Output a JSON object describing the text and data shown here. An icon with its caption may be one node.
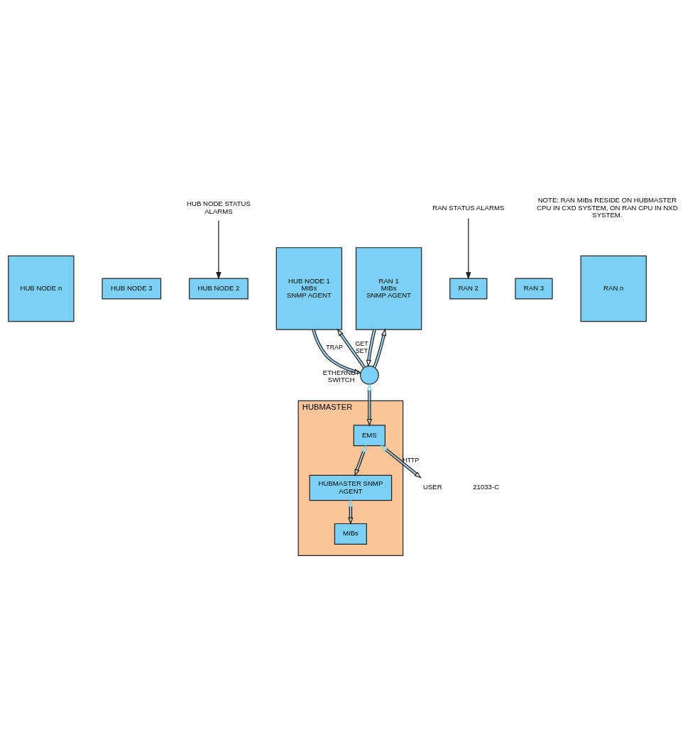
{
  "diagram": {
    "nodes": [
      {
        "text": [
          "HUB NODE n"
        ]
      },
      {
        "text": [
          "HUB NODE 3"
        ]
      },
      {
        "text": [
          "HUB NODE 2"
        ]
      },
      {
        "text": [
          "HUB NODE 1",
          "MIBs",
          "SNMP AGENT"
        ]
      },
      {
        "text": [
          "RAN n"
        ]
      },
      {
        "text": [
          "RAN 3"
        ]
      },
      {
        "text": [
          "RAN 2"
        ]
      },
      {
        "text": [
          "RAN 1",
          "MIBs",
          "SNMP AGENT"
        ]
      },
      {
        "text": [
          "HUB NODE STATUS ALARMS"
        ]
      },
      {
        "text": [
          "RAN STATUS ALARMS"
        ]
      },
      {
        "text": [],
        "shape": "circle",
        "beside": [
          "ETHERNET SWITCH"
        ]
      },
      {
        "text": [
          "HUBMASTER"
        ]
      },
      {
        "text": [
          "EMS"
        ],
        "in": 11
      },
      {
        "text": [
          "HUBMASTER SNMP AGENT"
        ],
        "in": 11
      },
      {
        "text": [
          "MIBs"
        ],
        "in": 11
      },
      {
        "text": [
          "USER"
        ]
      }
    ],
    "edges": [
      {
        "from": 10,
        "to": 3,
        "arrow": "to",
        "label": "GET SET"
      },
      {
        "from": 10,
        "to": 7,
        "arrow": "to"
      },
      {
        "from": 3,
        "to": 10,
        "arrow": "to",
        "label": "TRAP"
      },
      {
        "from": 7,
        "to": 10,
        "arrow": "to"
      },
      {
        "from": 8,
        "to": 2,
        "arrow": "to"
      },
      {
        "from": 9,
        "to": 6,
        "arrow": "to"
      },
      {
        "from": 10,
        "to": 12,
        "arrow": "both"
      },
      {
        "from": 12,
        "to": 13,
        "arrow": "both"
      },
      {
        "from": 13,
        "to": 14,
        "arrow": "both"
      },
      {
        "from": 12,
        "to": 15,
        "arrow": "both",
        "label": "HTTP"
      }
    ],
    "labels": [
      "NOTE: RAN MIBs RESIDE ON HUBMASTER CPU IN CXD SYSTEM, ON RAN CPU IN NXD SYSTEM.",
      "21033-C"
    ]
  }
}
